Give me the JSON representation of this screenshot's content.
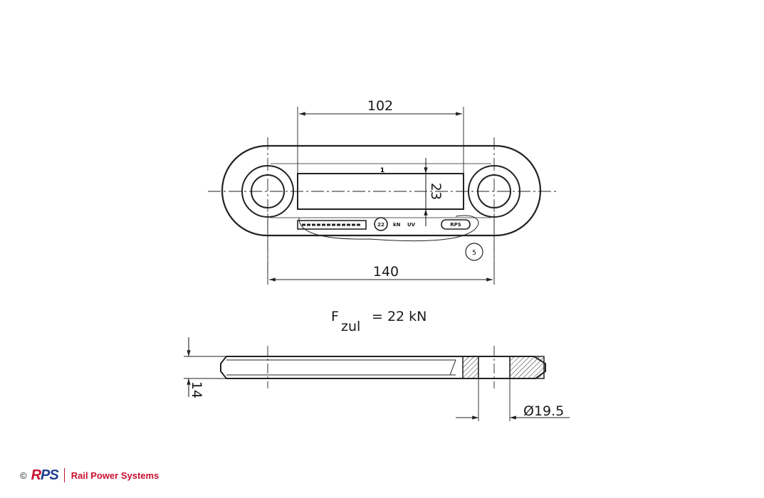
{
  "dimensions": {
    "center_distance": "102",
    "overall_length": "140",
    "slot_height": "23",
    "thickness": "14",
    "hole_diameter": "Ø19.5"
  },
  "marks": {
    "position_top": "1",
    "item_number": "5",
    "load_circle": "22",
    "kn": "kN",
    "uv": "UV",
    "brand_stamp": "RPS"
  },
  "formula": {
    "symbol": "F",
    "subscript": "zul",
    "equals": "= 22 kN"
  },
  "footer": {
    "copyright": "©",
    "logo_r": "R",
    "logo_rest": "PS",
    "company": "Rail Power Systems"
  }
}
